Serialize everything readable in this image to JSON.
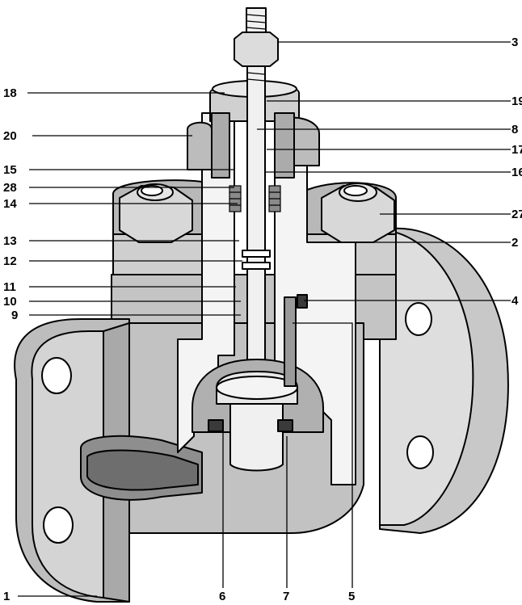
{
  "colors": {
    "ink": "#000000",
    "body_light": "#d6d6d6",
    "body_mid": "#bcbcbc",
    "body_dark": "#9a9a9a",
    "cut_face": "#f4f4f4",
    "background": "#ffffff"
  },
  "labels": [
    {
      "id": "1",
      "text": "1"
    },
    {
      "id": "2",
      "text": "2"
    },
    {
      "id": "3",
      "text": "3"
    },
    {
      "id": "4",
      "text": "4"
    },
    {
      "id": "5",
      "text": "5"
    },
    {
      "id": "6",
      "text": "6"
    },
    {
      "id": "7",
      "text": "7"
    },
    {
      "id": "8",
      "text": "8"
    },
    {
      "id": "9",
      "text": "9"
    },
    {
      "id": "10",
      "text": "10"
    },
    {
      "id": "11",
      "text": "11"
    },
    {
      "id": "12",
      "text": "12"
    },
    {
      "id": "13",
      "text": "13"
    },
    {
      "id": "14",
      "text": "14"
    },
    {
      "id": "15",
      "text": "15"
    },
    {
      "id": "16",
      "text": "16"
    },
    {
      "id": "17",
      "text": "17"
    },
    {
      "id": "18",
      "text": "18"
    },
    {
      "id": "19",
      "text": "19"
    },
    {
      "id": "20",
      "text": "20"
    },
    {
      "id": "27",
      "text": "27"
    },
    {
      "id": "28",
      "text": "28"
    }
  ]
}
